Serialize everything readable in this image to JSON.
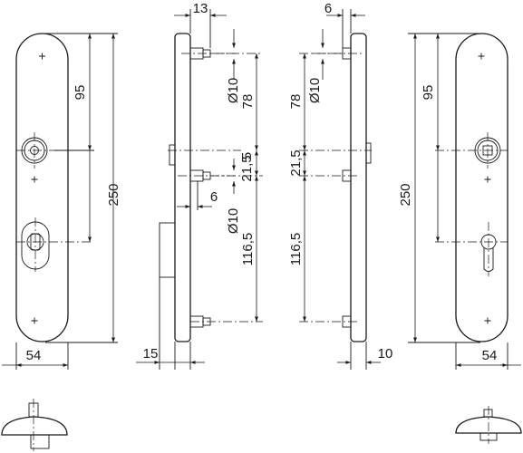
{
  "dimensions": {
    "front_left": {
      "width": "54",
      "height": "250",
      "distance": "95"
    },
    "side_left": {
      "top_offset": "13",
      "diameter": "Ø10",
      "upper": "78",
      "mid": "5",
      "mid2": "21,5",
      "pin_offset": "6",
      "diameter_lower": "Ø10",
      "lower": "116,5",
      "thickness": "15"
    },
    "side_right": {
      "top_offset": "6",
      "diameter": "Ø10",
      "upper": "78",
      "mid": "21,5",
      "lower": "116,5",
      "thickness": "10"
    },
    "front_right": {
      "width": "54",
      "height": "250",
      "distance": "95"
    }
  },
  "colors": {
    "line": "#1a1a1a",
    "background": "#ffffff"
  }
}
